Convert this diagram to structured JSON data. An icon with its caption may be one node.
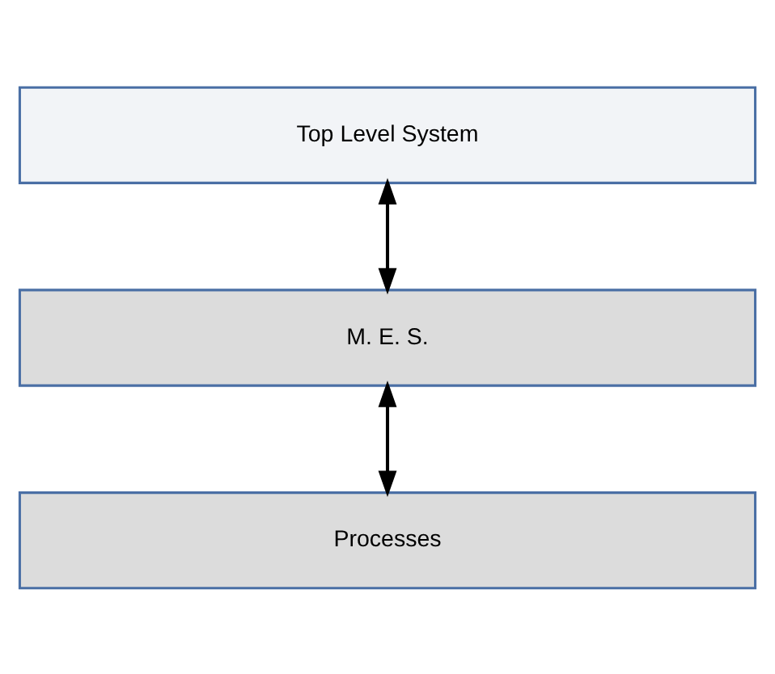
{
  "diagram": {
    "nodes": [
      {
        "text": [
          "Top Level System"
        ]
      },
      {
        "text": [
          "M. E. S."
        ]
      },
      {
        "text": [
          "Processes"
        ]
      }
    ],
    "edges": [
      {
        "from": 0,
        "to": 1,
        "arrow": "both"
      },
      {
        "from": 1,
        "to": 2,
        "arrow": "both"
      }
    ]
  }
}
